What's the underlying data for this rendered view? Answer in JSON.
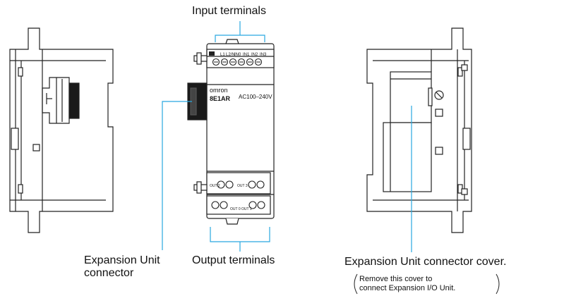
{
  "labels": {
    "input_terminals": "Input terminals",
    "output_terminals": "Output terminals",
    "expansion_connector_line1": "Expansion Unit",
    "expansion_connector_line2": "connector",
    "connector_cover": "Expansion Unit connector cover.",
    "cover_note_line1": "Remove this cover to",
    "cover_note_line2": "connect Expansion I/O Unit."
  },
  "device": {
    "brand": "omron",
    "model": "8E1AR",
    "power": "AC100–240V",
    "input_terminal_labels": [
      "L1",
      "L2/N",
      "IN0",
      "IN1",
      "IN2",
      "IN3"
    ],
    "output_labels": [
      "OUT 2",
      "OUT 3",
      "OUT 0",
      "OUT 1"
    ]
  },
  "colors": {
    "callout_line": "#29a8e0",
    "outline": "#222222"
  }
}
